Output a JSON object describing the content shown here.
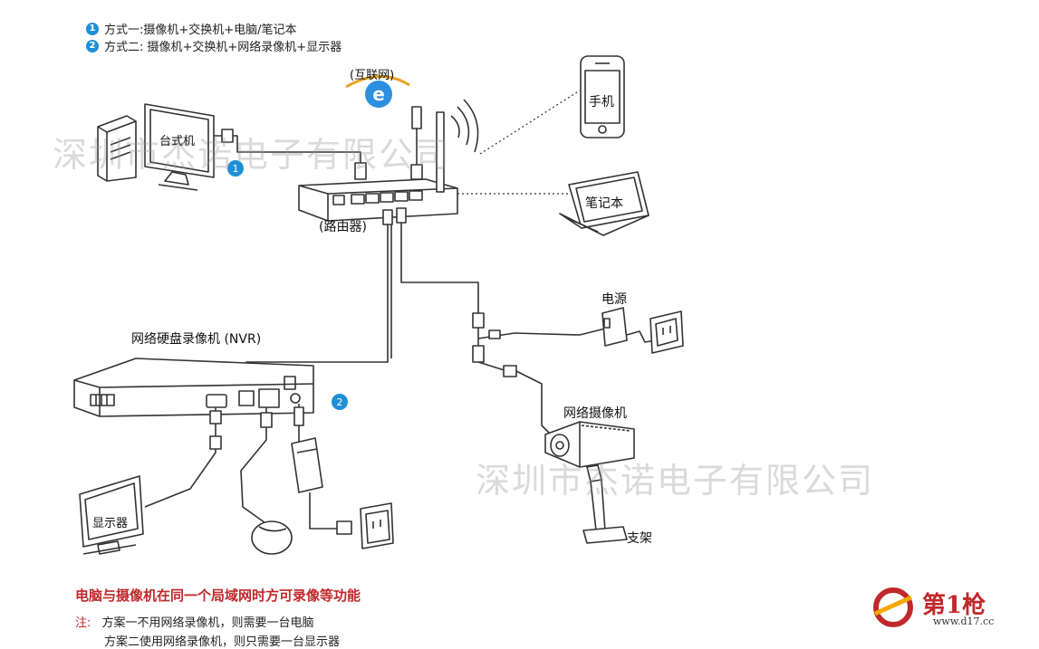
{
  "legend": [
    {
      "badge": "1",
      "text": "方式一:摄像机+交换机+电脑/笔记本"
    },
    {
      "badge": "2",
      "text": "方式二: 摄像机+交换机+网络录像机+显示器"
    }
  ],
  "labels": {
    "internet": "(互联网)",
    "desktop": "台式机",
    "router": "(路由器)",
    "phone": "手机",
    "laptop": "笔记本",
    "power": "电源",
    "nvr": "网络硬盘录像机 (NVR)",
    "camera": "网络摄像机",
    "bracket": "支架",
    "monitor": "显示器",
    "marker1": "1",
    "marker2": "2"
  },
  "watermark": {
    "text1": "深圳市杰诺电子有限公司",
    "text2": "深圳市杰诺电子有限公司"
  },
  "notes": {
    "headline": "电脑与摄像机在同一个局域网时方可录像等功能",
    "note_label": "注:",
    "line1": "方案一不用网络录像机，则需要一台电脑",
    "line2": "方案二使用网络录像机，则只需要一台显示器"
  },
  "logo": {
    "name": "第1枪",
    "url": "www.d17.cc"
  },
  "colors": {
    "badge": "#1f8fd6",
    "note_red": "#c0282b",
    "logo_red": "#c0282b",
    "line": "#333333"
  }
}
